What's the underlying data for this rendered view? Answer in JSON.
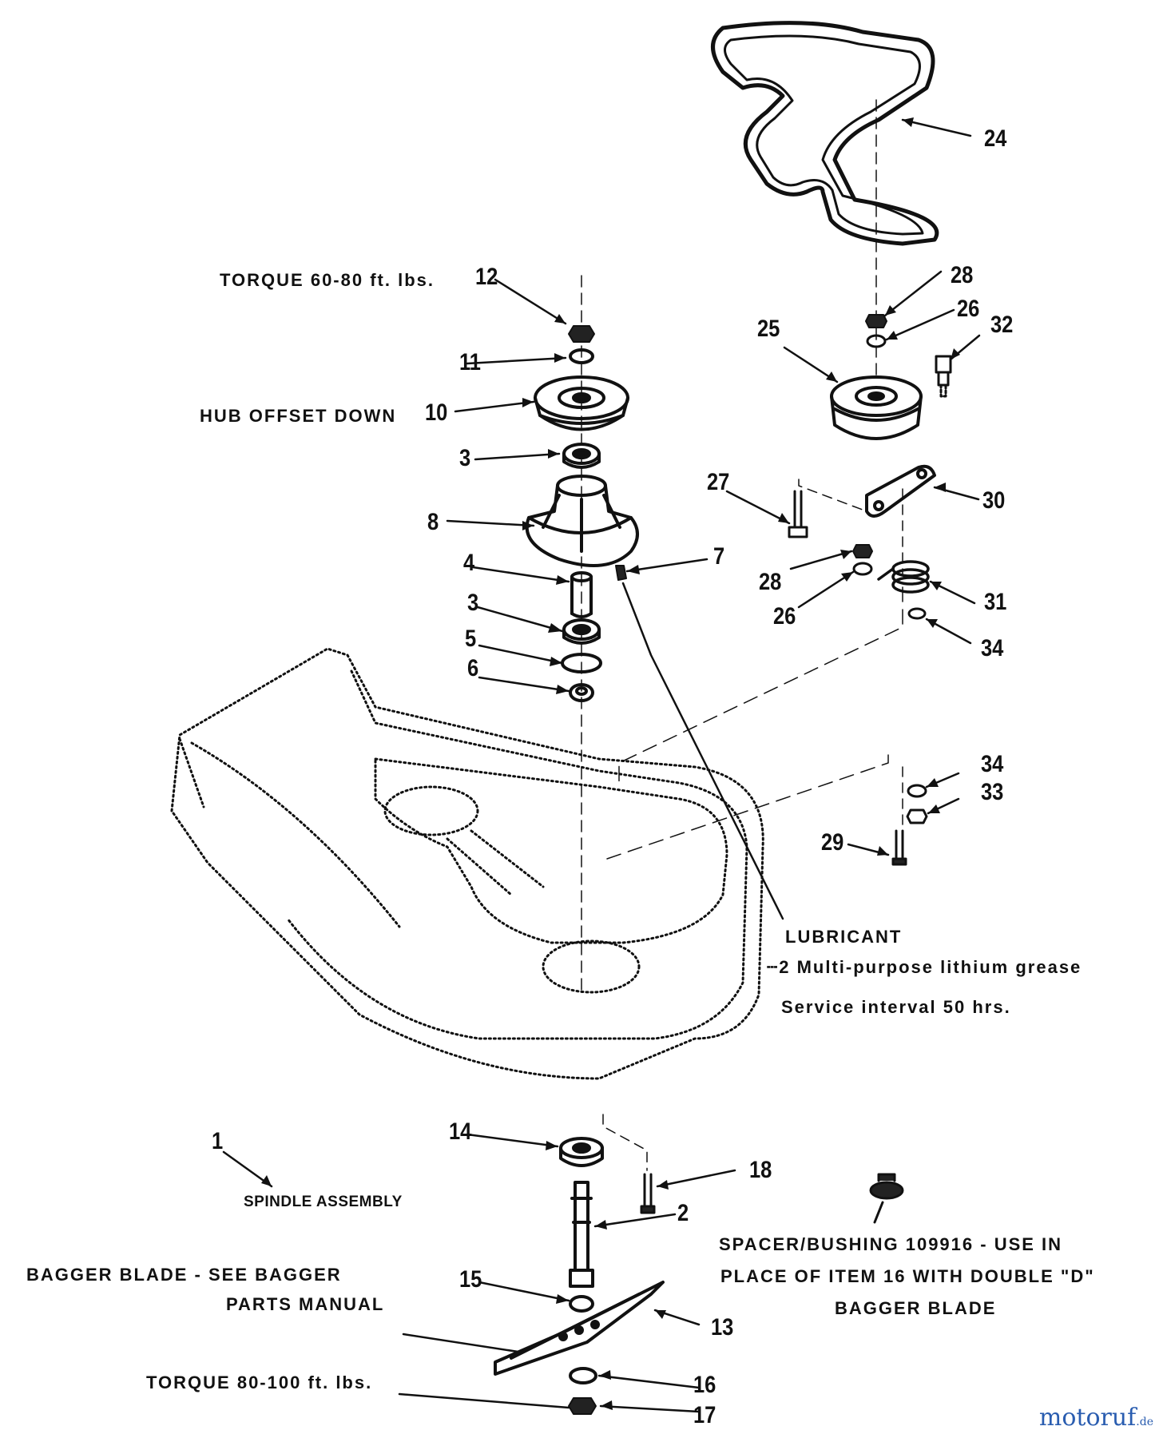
{
  "callouts": {
    "c1": "1",
    "c2": "2",
    "c3a": "3",
    "c3b": "3",
    "c4": "4",
    "c5": "5",
    "c6": "6",
    "c7": "7",
    "c8": "8",
    "c10": "10",
    "c11": "11",
    "c12": "12",
    "c13": "13",
    "c14": "14",
    "c15": "15",
    "c16": "16",
    "c17": "17",
    "c18": "18",
    "c24": "24",
    "c25": "25",
    "c26a": "26",
    "c26b": "26",
    "c27": "27",
    "c28a": "28",
    "c28b": "28",
    "c29": "29",
    "c30": "30",
    "c31": "31",
    "c32": "32",
    "c33": "33",
    "c34a": "34",
    "c34b": "34"
  },
  "notes": {
    "torque_top": "TORQUE 60-80 ft. lbs.",
    "hub_offset": "HUB OFFSET DOWN",
    "lubricant": "LUBRICANT",
    "grease": "┄2 Multi-purpose lithium grease",
    "service": "Service interval 50 hrs.",
    "spindle": "SPINDLE ASSEMBLY",
    "spacer_1": "SPACER/BUSHING 109916 - USE IN",
    "spacer_2": "PLACE OF ITEM 16 WITH DOUBLE \"D\"",
    "spacer_3": "BAGGER BLADE",
    "bagger_1": "BAGGER BLADE - SEE BAGGER",
    "bagger_2": "PARTS MANUAL",
    "torque_bottom": "TORQUE 80-100 ft. lbs."
  },
  "watermark": {
    "main": "motoruf",
    "suffix": ".de"
  },
  "colors": {
    "ink": "#111111",
    "watermark_blue": "#2a5db0",
    "watermark_orange": "#e58a00"
  }
}
